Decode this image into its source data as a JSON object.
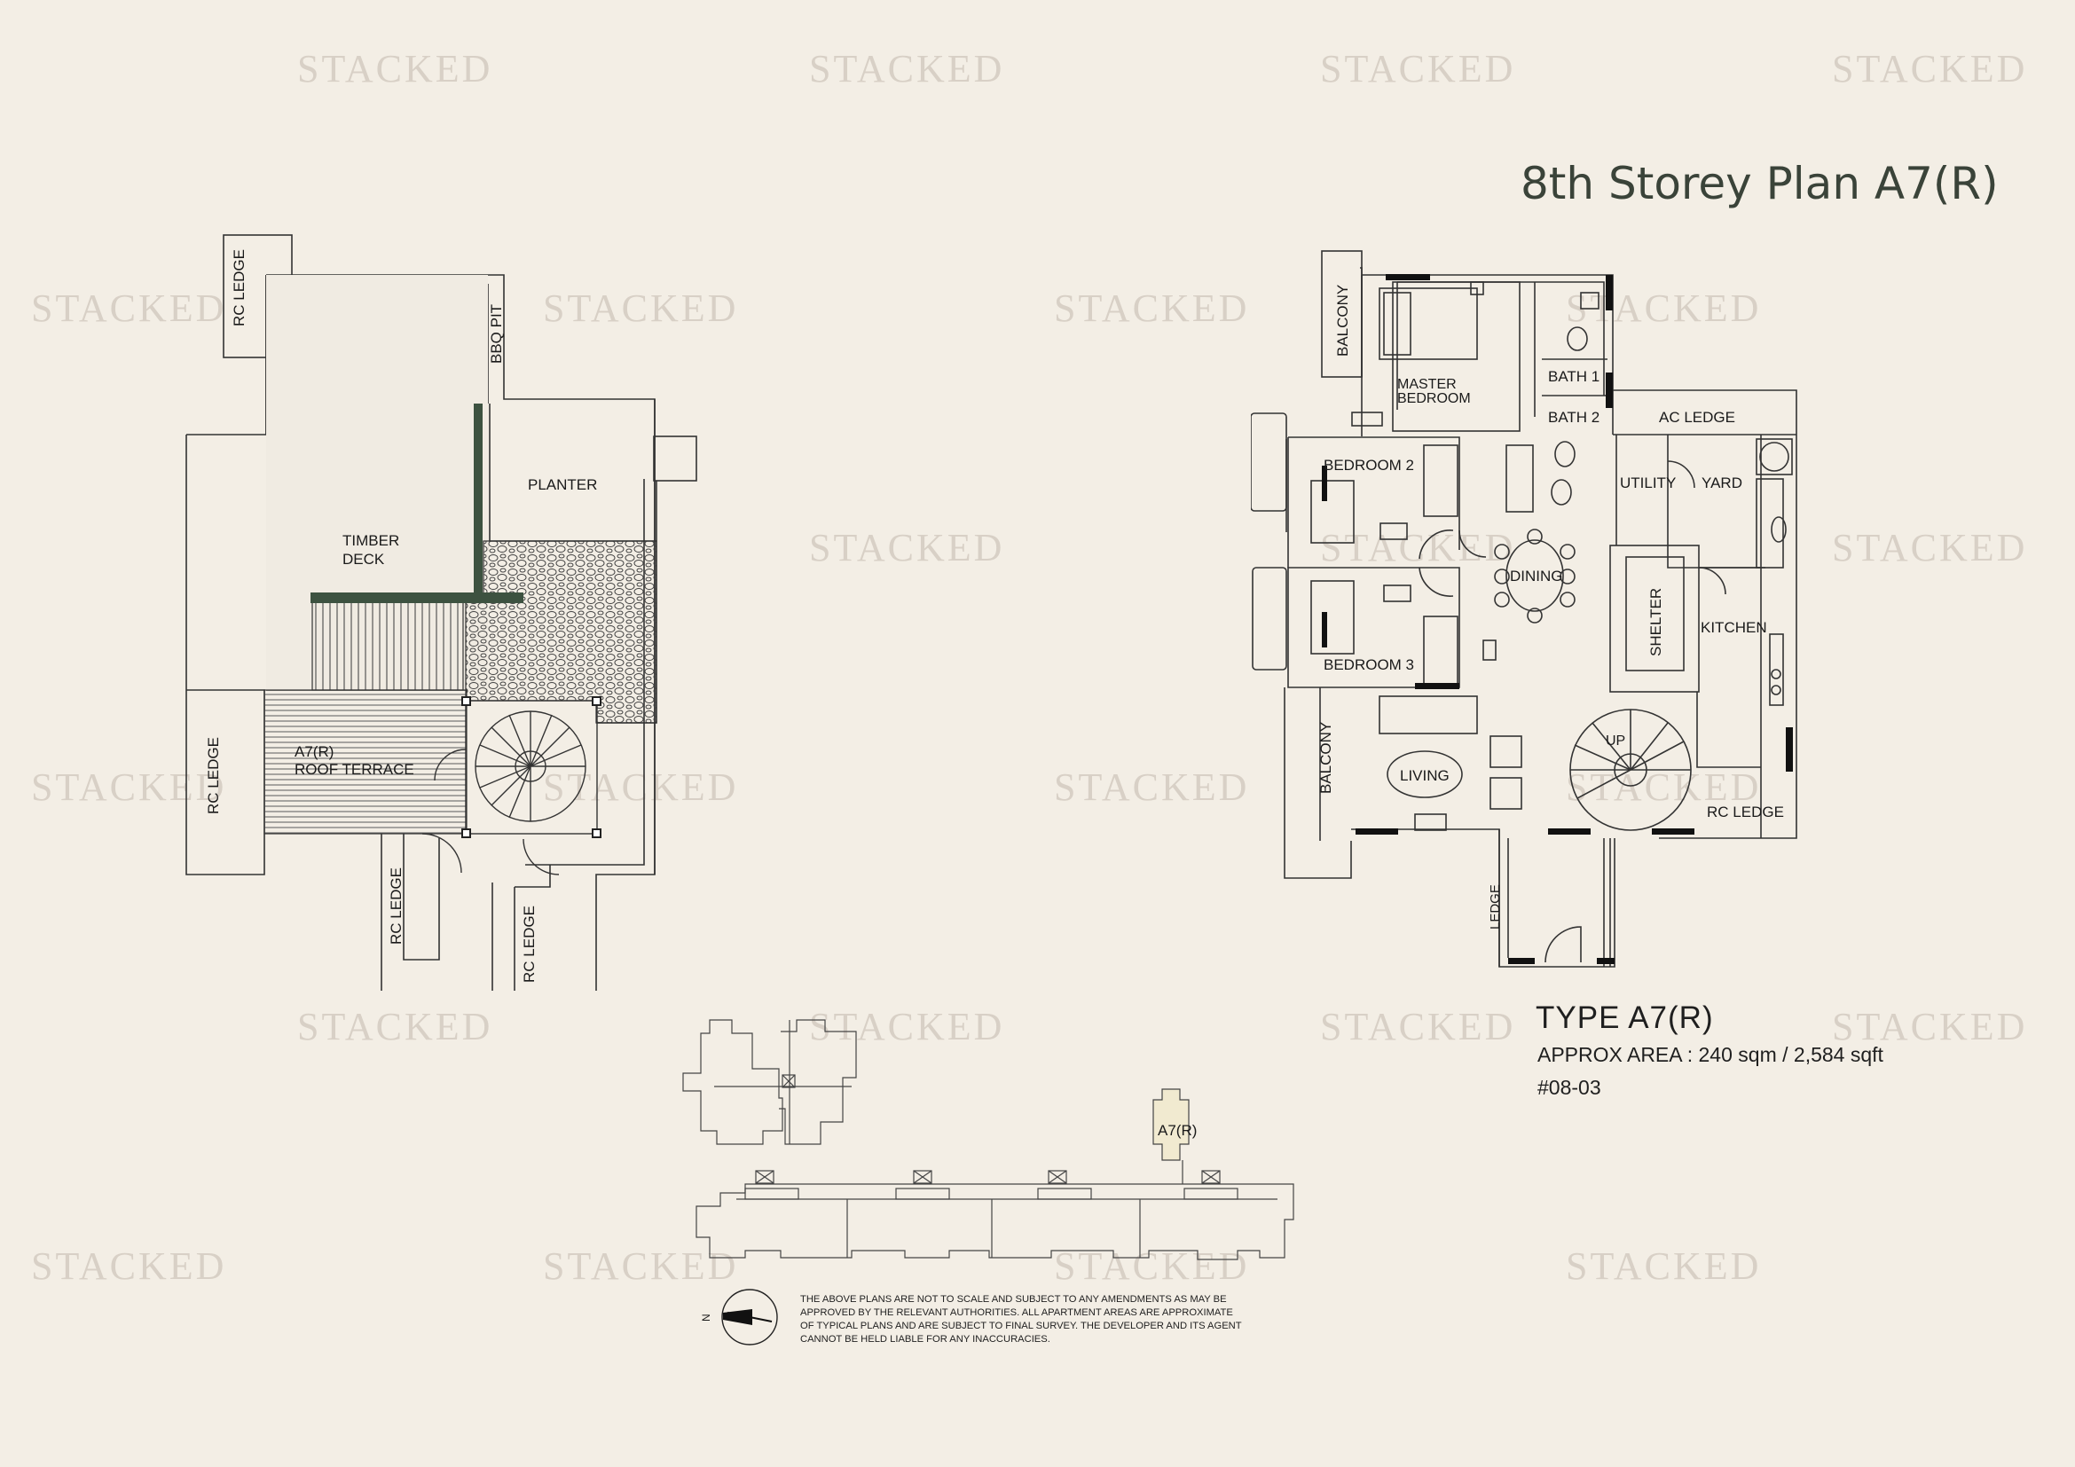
{
  "watermark": "STACKED",
  "title": "8th Storey Plan A7(R)",
  "roof_plan": {
    "labels": {
      "rc_ledge_top": "RC LEDGE",
      "bbq_pit": "BBQ PIT",
      "timber_deck_1": "TIMBER",
      "timber_deck_2": "DECK",
      "planter": "PLANTER",
      "rc_ledge_left": "RC LEDGE",
      "roof_terrace_1": "A7(R)",
      "roof_terrace_2": "ROOF TERRACE",
      "rc_ledge_bottom_1": "RC LEDGE",
      "rc_ledge_bottom_2": "RC LEDGE"
    }
  },
  "unit_plan": {
    "labels": {
      "balcony_top": "BALCONY",
      "master_bedroom_1": "MASTER",
      "master_bedroom_2": "BEDROOM",
      "bath1": "BATH 1",
      "bath2": "BATH 2",
      "ac_ledge": "AC LEDGE",
      "bedroom2": "BEDROOM 2",
      "utility": "UTILITY",
      "yard": "YARD",
      "dining": "DINING",
      "shelter": "SHELTER",
      "kitchen": "KITCHEN",
      "bedroom3": "BEDROOM 3",
      "balcony_bottom": "BALCONY",
      "living": "LIVING",
      "up": "UP",
      "rc_ledge": "RC LEDGE",
      "ledge": "LEDGE"
    }
  },
  "unit_info": {
    "type": "TYPE A7(R)",
    "area": "APPROX AREA : 240 sqm  /  2,584 sqft",
    "unit_number": "#08-03"
  },
  "key_plan": {
    "unit_label": "A7(R)",
    "compass_label": "N"
  },
  "disclaimer": [
    "THE ABOVE PLANS ARE NOT TO SCALE AND SUBJECT TO ANY AMENDMENTS AS MAY BE",
    "APPROVED BY THE RELEVANT AUTHORITIES. ALL APARTMENT AREAS ARE APPROXIMATE",
    "OF TYPICAL PLANS AND ARE SUBJECT TO FINAL SURVEY. THE DEVELOPER AND ITS AGENT",
    "CANNOT BE HELD LIABLE FOR ANY INACCURACIES."
  ],
  "colors": {
    "background": "#f3eee5",
    "watermark": "#d8d0c6",
    "title": "#3a4339",
    "wall_accent": "#3d5240"
  }
}
